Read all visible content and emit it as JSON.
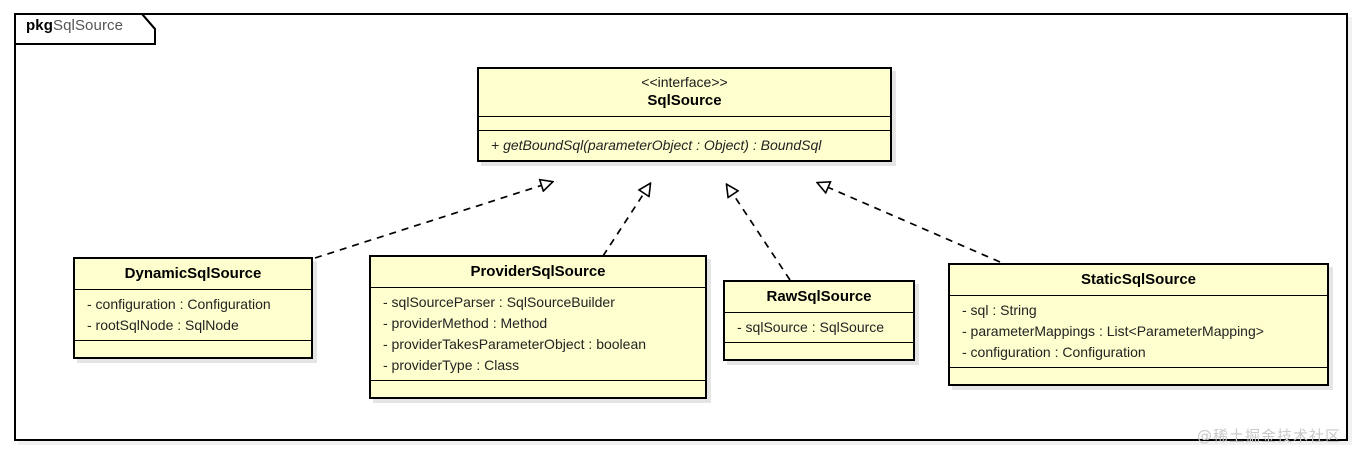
{
  "package": {
    "keyword": "pkg",
    "name": "SqlSource"
  },
  "watermark": "@稀土掘金技术社区",
  "colors": {
    "class_fill": "#FEFECE",
    "class_border": "#000000",
    "canvas": "#FFFFFF",
    "watermark": "#C9C9C9"
  },
  "classes": {
    "interface": {
      "stereotype": "<<interface>>",
      "name": "SqlSource",
      "attributes": [],
      "methods": [
        "+ getBoundSql(parameterObject : Object) : BoundSql"
      ]
    },
    "dynamic": {
      "name": "DynamicSqlSource",
      "attributes": [
        "- configuration : Configuration",
        "- rootSqlNode : SqlNode"
      ],
      "methods": []
    },
    "provider": {
      "name": "ProviderSqlSource",
      "attributes": [
        "- sqlSourceParser : SqlSourceBuilder",
        "- providerMethod : Method",
        "- providerTakesParameterObject : boolean",
        "- providerType : Class"
      ],
      "methods": []
    },
    "raw": {
      "name": "RawSqlSource",
      "attributes": [
        "- sqlSource : SqlSource"
      ],
      "methods": []
    },
    "static": {
      "name": "StaticSqlSource",
      "attributes": [
        "- sql : String",
        "- parameterMappings : List<ParameterMapping>",
        "- configuration : Configuration"
      ],
      "methods": []
    }
  },
  "relationships": [
    {
      "from": "DynamicSqlSource",
      "to": "SqlSource",
      "type": "realization",
      "stroke": "dashed",
      "arrow": "hollow-triangle"
    },
    {
      "from": "ProviderSqlSource",
      "to": "SqlSource",
      "type": "realization",
      "stroke": "dashed",
      "arrow": "hollow-triangle"
    },
    {
      "from": "RawSqlSource",
      "to": "SqlSource",
      "type": "realization",
      "stroke": "dashed",
      "arrow": "hollow-triangle"
    },
    {
      "from": "StaticSqlSource",
      "to": "SqlSource",
      "type": "realization",
      "stroke": "dashed",
      "arrow": "hollow-triangle"
    }
  ]
}
